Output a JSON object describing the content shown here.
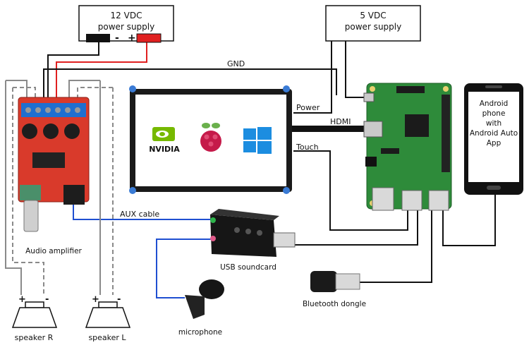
{
  "supplies": {
    "left": {
      "line1": "12 VDC",
      "line2": "power supply",
      "minus": "-",
      "plus": "+"
    },
    "right": {
      "line1": "5 VDC",
      "line2": "power supply"
    }
  },
  "wires": {
    "gnd": "GND",
    "power": "Power",
    "hdmi": "HDMI",
    "touch": "Touch",
    "aux": "AUX cable"
  },
  "display": {
    "logos": [
      "NVIDIA",
      "raspberry",
      "windows"
    ],
    "nvidia_text": "NVIDIA"
  },
  "components": {
    "amplifier": "Audio amplifier",
    "soundcard": "USB soundcard",
    "microphone": "microphone",
    "dongle": "Bluetooth dongle",
    "phone": [
      "Android",
      "phone",
      "with",
      "Android Auto",
      "App"
    ]
  },
  "speakers": {
    "right": {
      "label": "speaker R",
      "plus": "+",
      "minus": "-"
    },
    "left": {
      "label": "speaker L",
      "plus": "+",
      "minus": "-"
    }
  },
  "colors": {
    "amp_board": "#d93a2b",
    "pi_board": "#2e8b3a",
    "red_wire": "#e02020",
    "blue_wire": "#1f4fd1",
    "wire": "#111111",
    "grey_wire": "#8a8a8a"
  }
}
